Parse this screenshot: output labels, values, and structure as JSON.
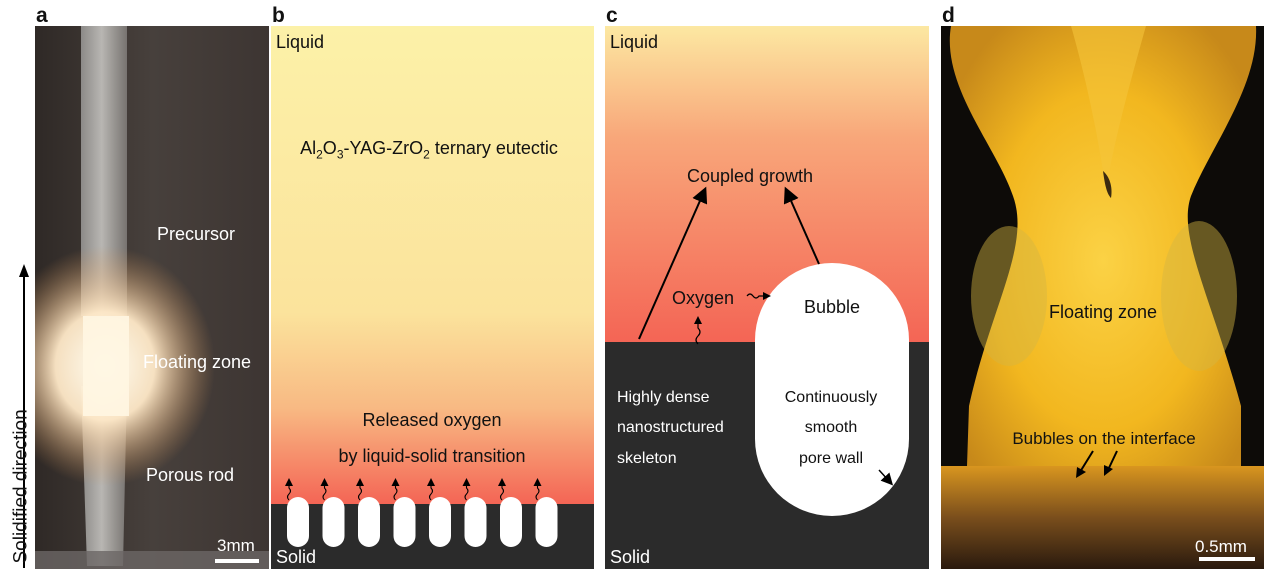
{
  "colors": {
    "liquid_yellow": "#fcf1a8",
    "liquid_red": "#f46555",
    "solid_dark": "#2b2b2b",
    "bubble_white": "#ffffff",
    "photo_bg": "#3a3330",
    "zone_yellow": "#f7c230"
  },
  "icons": {
    "oxygen": "wavy-arrow-icon",
    "growth": "straight-arrow-icon"
  },
  "axis": {
    "label": "Solidified direction"
  },
  "panel_a": {
    "letter": "a",
    "precursor": "Precursor",
    "floating_zone": "Floating zone",
    "porous_rod": "Porous rod",
    "scale": "3mm"
  },
  "panel_b": {
    "letter": "b",
    "liquid": "Liquid",
    "eutectic_al2o3": "Al",
    "eutectic_sub2": "2",
    "eutectic_o3": "O",
    "eutectic_sub3": "3",
    "eutectic_mid": "-YAG-ZrO",
    "eutectic_sub2b": "2",
    "eutectic_end": " ternary eutectic",
    "released_oxygen": "Released oxygen",
    "transition": "by liquid-solid transition",
    "solid": "Solid"
  },
  "panel_c": {
    "letter": "c",
    "liquid": "Liquid",
    "coupled_growth": "Coupled growth",
    "oxygen": "Oxygen",
    "bubble": "Bubble",
    "dense_line1": "Highly dense",
    "dense_line2": "nanostructured",
    "dense_line3": "skeleton",
    "wall_line1": "Continuously",
    "wall_line2": "smooth",
    "wall_line3": "pore wall",
    "solid": "Solid"
  },
  "panel_d": {
    "letter": "d",
    "floating_zone": "Floating zone",
    "bubbles": "Bubbles on the interface",
    "scale": "0.5mm"
  }
}
